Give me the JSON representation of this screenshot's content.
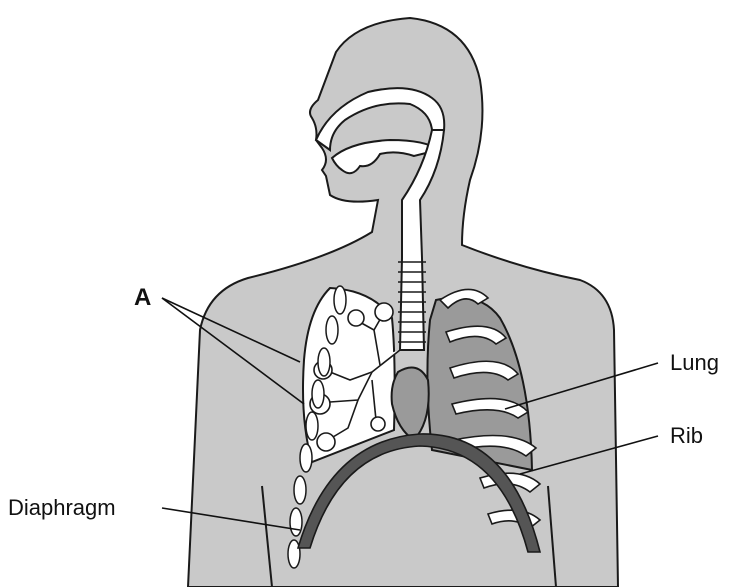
{
  "diagram": {
    "labels": {
      "a": "A",
      "lung": "Lung",
      "rib": "Rib",
      "diaphragm": "Diaphragm"
    }
  },
  "colors": {
    "body": "#c9c9c9",
    "outline": "#1a1a1a",
    "airway": "#ffffff",
    "lung_dark": "#9a9a9a",
    "diaphragm": "#555555"
  }
}
